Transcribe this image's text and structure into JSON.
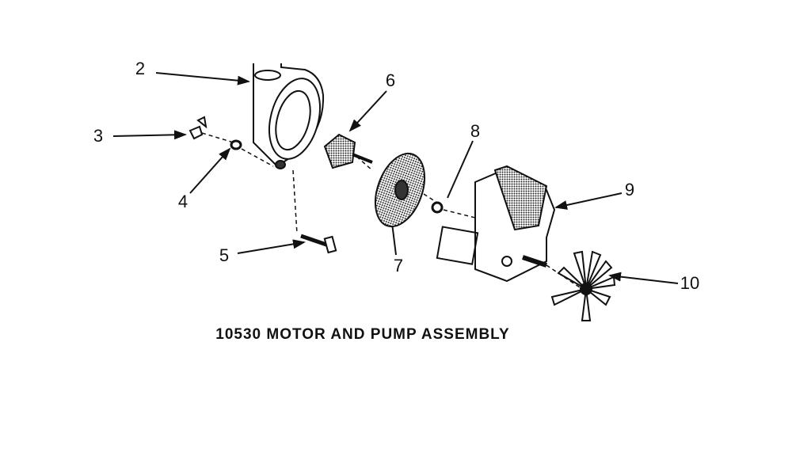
{
  "diagram": {
    "title": "10530 MOTOR AND PUMP ASSEMBLY",
    "callouts": [
      "2",
      "3",
      "4",
      "5",
      "6",
      "7",
      "8",
      "9",
      "10"
    ]
  }
}
